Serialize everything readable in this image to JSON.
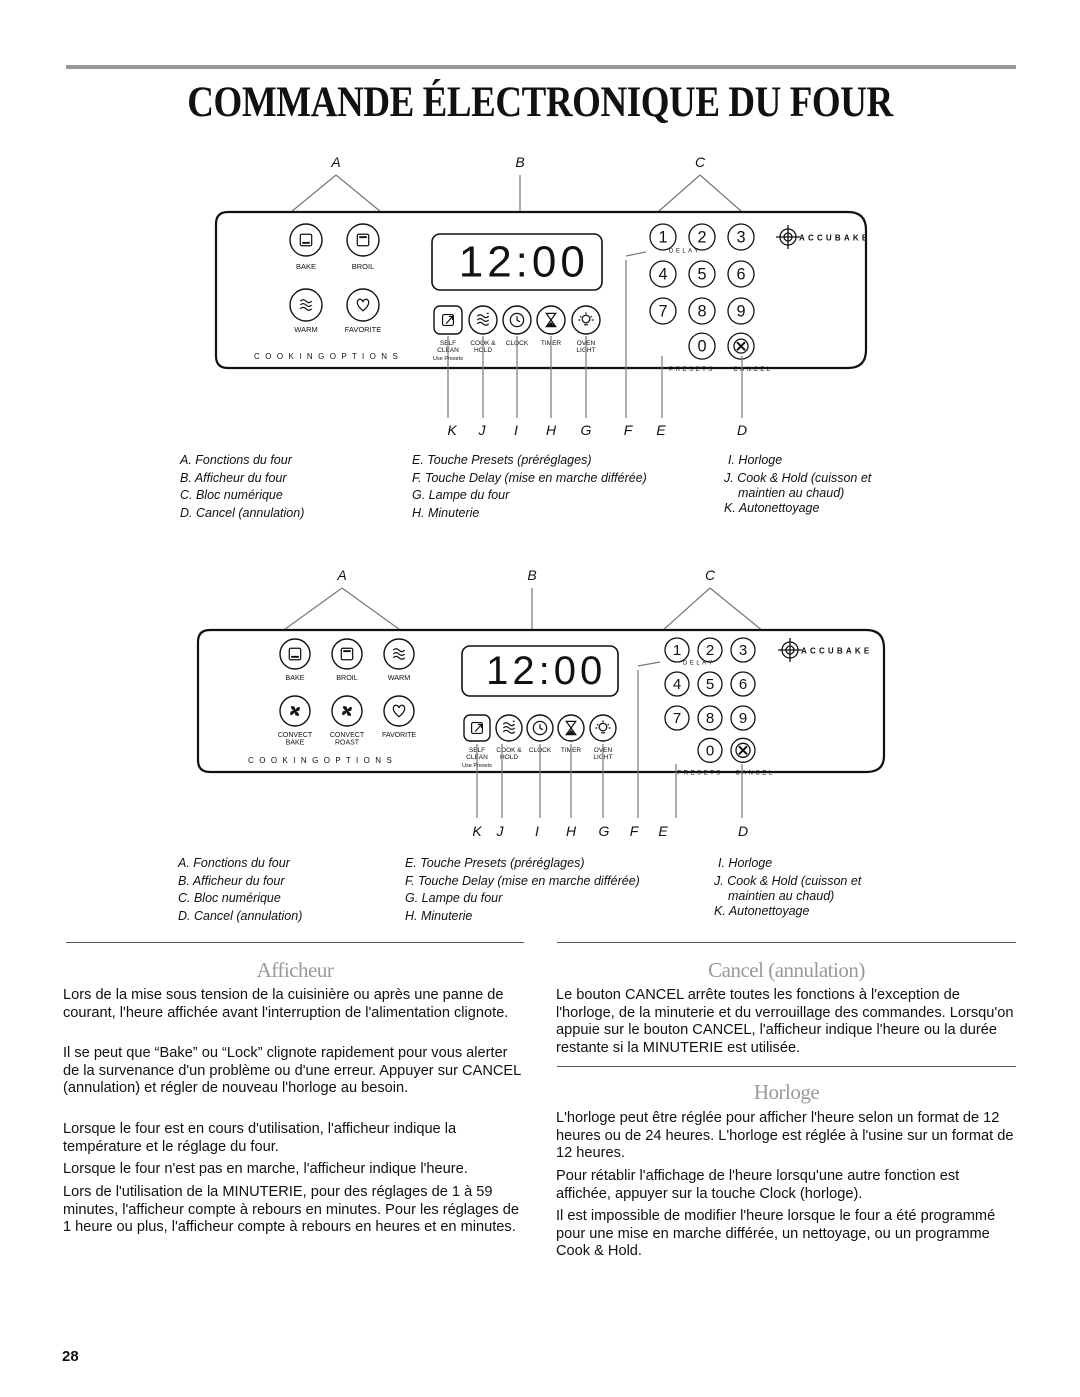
{
  "page_title": "Commande électronique du four",
  "panel1": {
    "callouts": [
      "A",
      "B",
      "C"
    ],
    "display": "12:00",
    "mode_buttons": [
      {
        "label": "BAKE",
        "icon": "bake-icon"
      },
      {
        "label": "BROIL",
        "icon": "broil-icon"
      },
      {
        "label": "WARM",
        "icon": "warm-icon"
      },
      {
        "label": "FAVORITE",
        "icon": "heart-icon"
      }
    ],
    "cooking_options": "C O O K I N G   O P T I O N S",
    "function_keys": [
      {
        "label": "SELF\nCLEAN",
        "icon": "self-clean-icon"
      },
      {
        "label": "COOK &\nHOLD",
        "icon": "cook-hold-icon"
      },
      {
        "label": "CLOCK",
        "icon": "clock-icon"
      },
      {
        "label": "TIMER",
        "icon": "timer-icon"
      },
      {
        "label": "OVEN\nLIGHT",
        "icon": "light-icon"
      }
    ],
    "use_presets": "Use Presets",
    "keypad": [
      "1",
      "2",
      "3",
      "4",
      "5",
      "6",
      "7",
      "8",
      "9",
      "0"
    ],
    "delay": "DELAY",
    "presets": "PRESETS",
    "cancel": "CANCEL",
    "brand": "ACCUBAKE",
    "pointer_letters": [
      "K",
      "J",
      "I",
      "H",
      "G",
      "F",
      "E",
      "D"
    ]
  },
  "panel2": {
    "callouts": [
      "A",
      "B",
      "C"
    ],
    "display": "12:00",
    "mode_buttons": [
      {
        "label": "BAKE",
        "icon": "bake-icon"
      },
      {
        "label": "BROIL",
        "icon": "broil-icon"
      },
      {
        "label": "WARM",
        "icon": "warm-icon"
      },
      {
        "label": "CONVECT\nBAKE",
        "icon": "fan-icon"
      },
      {
        "label": "CONVECT\nROAST",
        "icon": "fan-icon"
      },
      {
        "label": "FAVORITE",
        "icon": "heart-icon"
      }
    ],
    "cooking_options": "C O O K I N G   O P T I O N S",
    "function_keys": [
      {
        "label": "SELF\nCLEAN",
        "icon": "self-clean-icon"
      },
      {
        "label": "COOK &\nHOLD",
        "icon": "cook-hold-icon"
      },
      {
        "label": "CLOCK",
        "icon": "clock-icon"
      },
      {
        "label": "TIMER",
        "icon": "timer-icon"
      },
      {
        "label": "OVEN\nLIGHT",
        "icon": "light-icon"
      }
    ],
    "use_presets": "Use Presets",
    "keypad": [
      "1",
      "2",
      "3",
      "4",
      "5",
      "6",
      "7",
      "8",
      "9",
      "0"
    ],
    "delay": "DELAY",
    "presets": "PRESETS",
    "cancel": "CANCEL",
    "brand": "ACCUBAKE",
    "pointer_letters": [
      "K",
      "J",
      "I",
      "H",
      "G",
      "F",
      "E",
      "D"
    ]
  },
  "legend": {
    "col1": [
      "A. Fonctions du four",
      "B. Afficheur du four",
      "C. Bloc numérique",
      "D. Cancel (annulation)"
    ],
    "col2": [
      "E. Touche Presets (préréglages)",
      "F. Touche Delay (mise en marche différée)",
      "G. Lampe du four",
      "H. Minuterie"
    ],
    "col3": [
      "I. Horloge",
      "J. Cook & Hold (cuisson et",
      "maintien au chaud)",
      "K. Autonettoyage"
    ]
  },
  "afficheur": {
    "title": "Afficheur",
    "paragraphs": [
      "Lors de la mise sous tension de la cuisinière ou après une panne de courant, l'heure affichée avant l'interruption de l'alimentation clignote.",
      "Il se peut que “Bake” ou “Lock” clignote rapidement pour vous alerter de la survenance d'un problème ou d'une erreur. Appuyer sur CANCEL (annulation) et régler de nouveau l'horloge au besoin.",
      "Lorsque le four est en cours d'utilisation, l'afficheur indique la température et le réglage du four.",
      "Lorsque le four n'est pas en marche, l'afficheur indique l'heure.",
      "Lors de l'utilisation de la MINUTERIE, pour des réglages de 1 à 59 minutes, l'afficheur compte à rebours en minutes. Pour les réglages de 1 heure ou plus, l'afficheur compte à rebours en heures et en minutes."
    ]
  },
  "cancel_section": {
    "title": "Cancel (annulation)",
    "paragraphs": [
      "Le bouton CANCEL arrête toutes les fonctions à l'exception de l'horloge, de la minuterie et du verrouillage des commandes. Lorsqu'on appuie sur le bouton CANCEL, l'afficheur indique l'heure ou la durée restante si la MINUTERIE est utilisée."
    ]
  },
  "horloge": {
    "title": "Horloge",
    "paragraphs": [
      "L'horloge peut être réglée pour afficher l'heure selon un format de 12 heures ou de 24 heures. L'horloge est réglée à l'usine sur un format de 12 heures.",
      "Pour rétablir l'affichage de l'heure lorsqu'une autre fonction est affichée, appuyer sur la touche Clock (horloge).",
      "Il est impossible de modifier l'heure lorsque le four a été programmé pour une mise en marche différée, un nettoyage, ou un programme Cook & Hold."
    ]
  },
  "page_number": "28"
}
